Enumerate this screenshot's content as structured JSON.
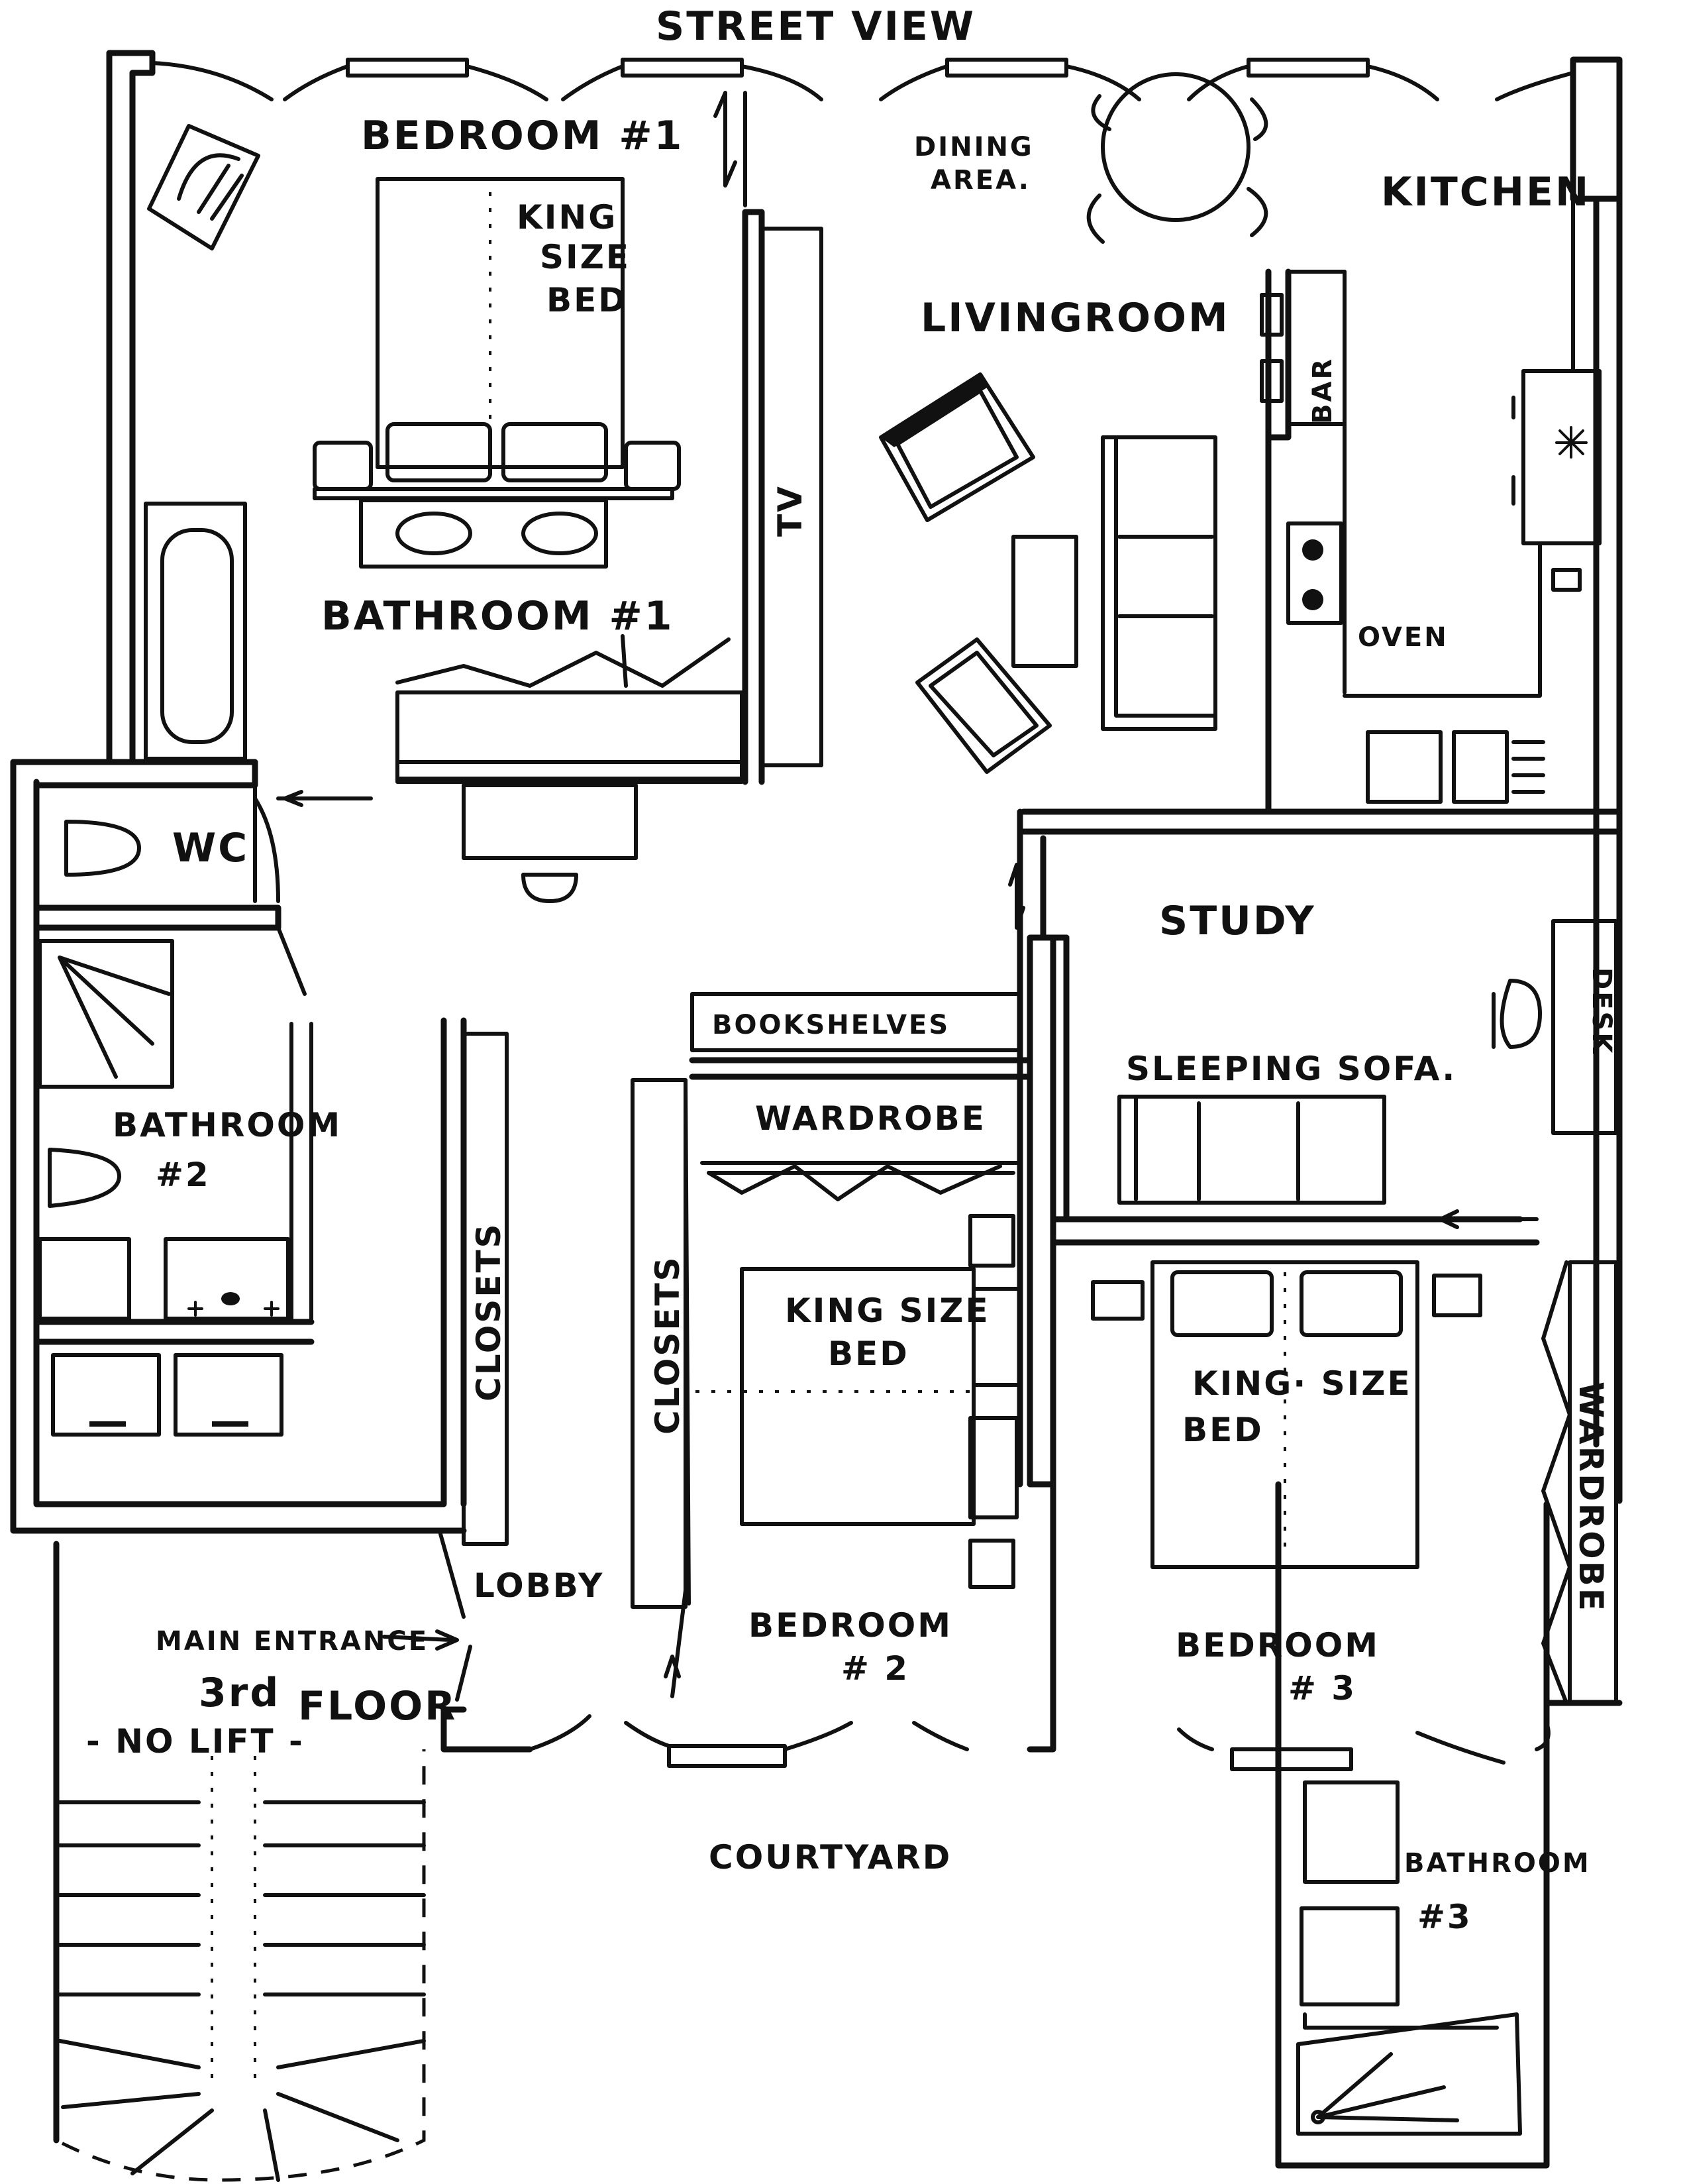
{
  "labels": {
    "street_view": "STREET VIEW",
    "bedroom1": "BEDROOM #1",
    "king_bed_1": [
      "KING",
      "SIZE",
      "BED"
    ],
    "dining": [
      "DINING",
      "AREA."
    ],
    "kitchen": "KITCHEN",
    "livingroom": "LIVINGROOM",
    "bar": "BAR",
    "tv": "TV",
    "oven": "OVEN",
    "bathroom1": "BATHROOM #1",
    "wc": "WC",
    "study": "STUDY",
    "bookshelves": "BOOKSHELVES",
    "desk": "DESK",
    "sleeping_sofa": "SLEEPING SOFA.",
    "bathroom2": [
      "BATHROOM",
      "#2"
    ],
    "wardrobe": "WARDROBE",
    "closets_left": "CLOSETS",
    "closets_mid": "CLOSETS",
    "king_bed_2": [
      "KING SIZE",
      "BED"
    ],
    "king_bed_3": [
      "KING· SIZE",
      "BED"
    ],
    "wardrobe_right": "WARDROBE",
    "lobby": "LOBBY",
    "main_entrance": "MAIN ENTRANCE",
    "third_floor": [
      "3rd",
      "FLOOR"
    ],
    "no_lift": "- NO LIFT -",
    "bedroom2": [
      "BEDROOM",
      "# 2"
    ],
    "bedroom3": [
      "BEDROOM",
      "# 3"
    ],
    "courtyard": "COURTYARD",
    "bathroom3": [
      "BATHROOM",
      "#3"
    ]
  }
}
